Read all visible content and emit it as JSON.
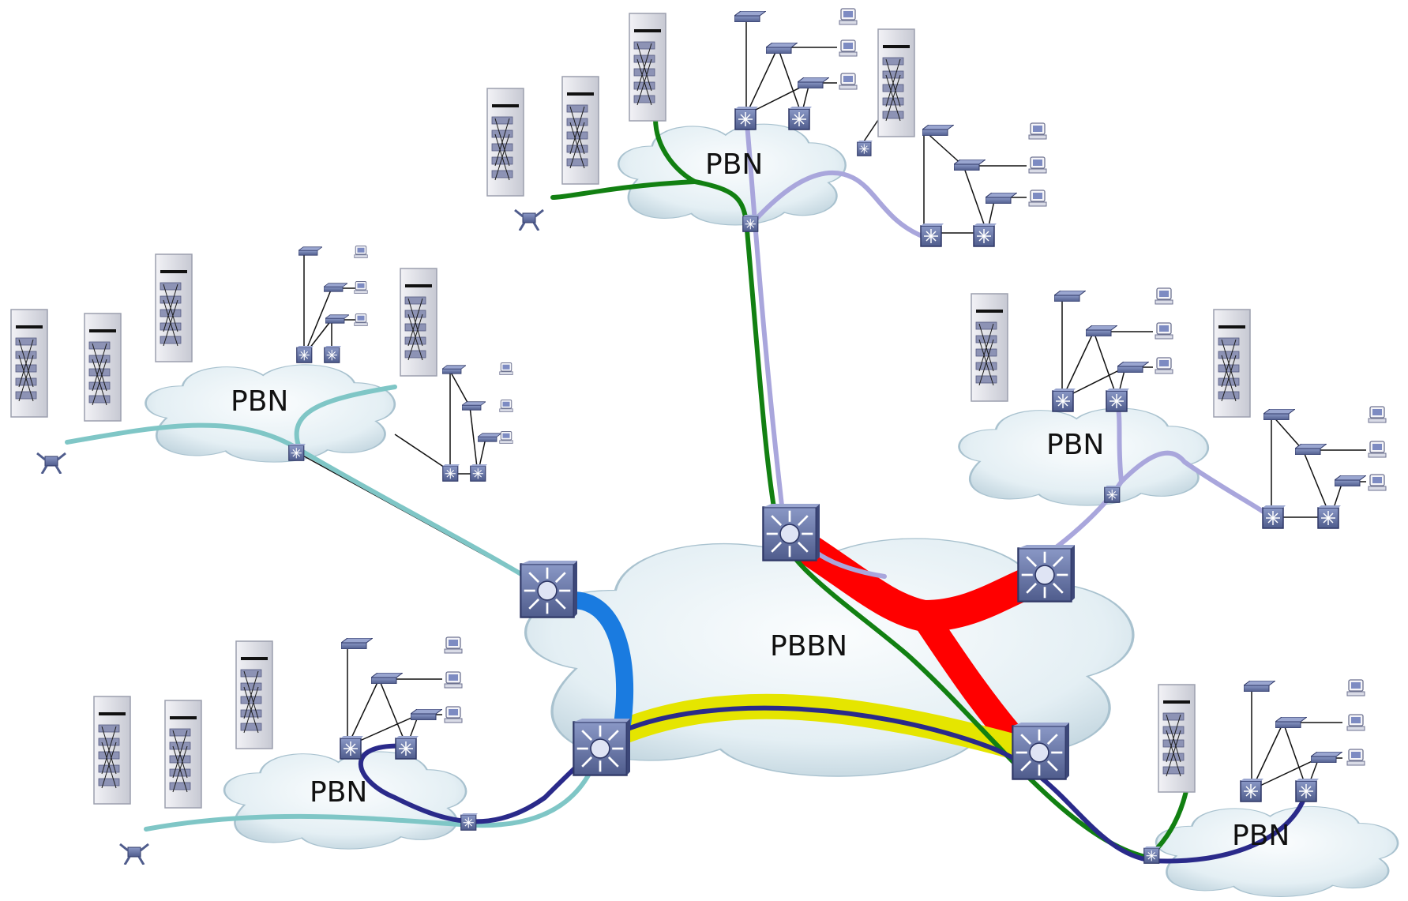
{
  "clouds": {
    "core": {
      "label": "PBBN"
    },
    "top": {
      "label": "PBN"
    },
    "left": {
      "label": "PBN"
    },
    "right": {
      "label": "PBN"
    },
    "bottom_left": {
      "label": "PBN"
    },
    "bottom_right": {
      "label": "PBN"
    }
  },
  "links": [
    {
      "name": "green-service-path",
      "color": "#128012"
    },
    {
      "name": "lavender-service-path",
      "color": "#a9a6dc"
    },
    {
      "name": "cyan-service-path",
      "color": "#7fc6c6"
    },
    {
      "name": "navy-service-path",
      "color": "#2a2a8a"
    },
    {
      "name": "red-backbone-trunk",
      "color": "#ff0000"
    },
    {
      "name": "yellow-backbone-trunk",
      "color": "#e5e500"
    },
    {
      "name": "blue-backbone-trunk",
      "color": "#1a7be0"
    }
  ],
  "colors": {
    "cloud_fill": "#e9f2f6",
    "cloud_edge": "#a9c2cf",
    "device_fill": "#6a78a8",
    "server_fill": "#e3e4ea"
  }
}
